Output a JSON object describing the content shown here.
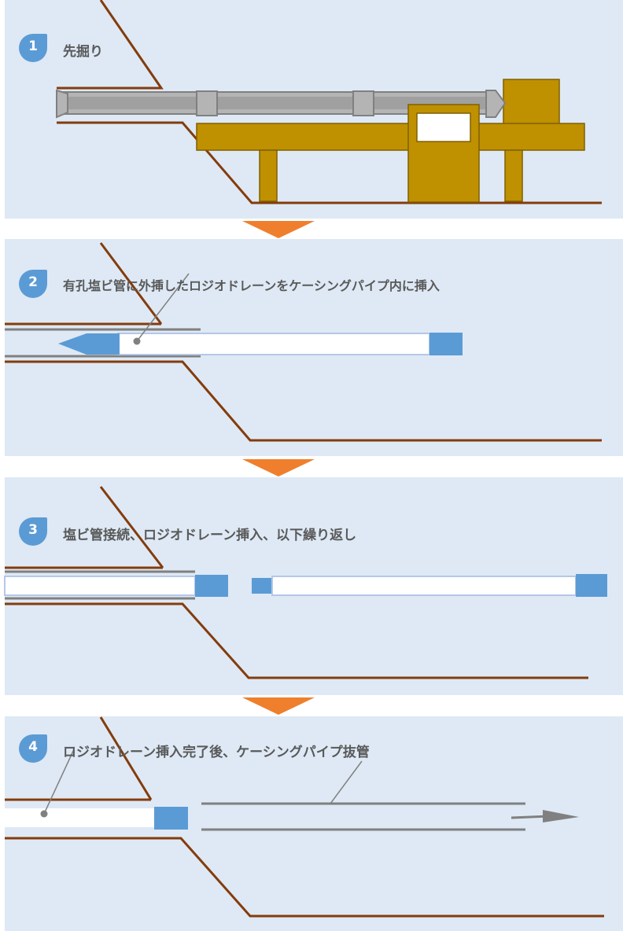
{
  "steps": [
    {
      "number": "1",
      "title": "先掘り"
    },
    {
      "number": "2",
      "title": "有孔塩ビ管に外挿したロジオドレーンをケーシングパイプ内に挿入"
    },
    {
      "number": "3",
      "title": "塩ビ管接続、ロジオドレーン挿入、以下繰り返し"
    },
    {
      "number": "4",
      "title": "ロジオドレーン挿入完了後、ケーシングパイプ抜管"
    }
  ],
  "colors": {
    "panel": "#dee9f5",
    "ground": "#843c0c",
    "machine": "#bf9000",
    "casing": "#808080",
    "drain": "#5b9bd5",
    "flow_arrow": "#ef7f2c"
  },
  "icons": [
    "drop-badge-icon",
    "down-arrow-icon",
    "pull-arrow-icon",
    "leader-dot-icon"
  ]
}
